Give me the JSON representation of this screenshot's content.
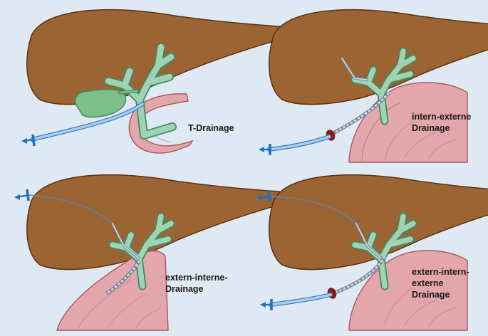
{
  "background_color": "#dfe9f3",
  "colors": {
    "liver": "#9c6433",
    "liver_outline": "#5a3212",
    "bile_duct": "#9fd3b4",
    "bile_duct_outline": "#3f8a62",
    "gallbladder": "#7cc089",
    "duodenum": "#e3a6aa",
    "duodenum_outline": "#a8565c",
    "drain_tube": "#c9d6e3",
    "external_drain": "#a8cdf0",
    "arrow": "#1f6fc2",
    "skin_entry": "#8b1a1a"
  },
  "panels": [
    {
      "id": "t-drainage",
      "label_lines": [
        "T-Drainage"
      ],
      "icons": [
        "liver-icon",
        "gallbladder-icon",
        "duodenum-icon",
        "t-tube-icon",
        "arrow-left-icon"
      ]
    },
    {
      "id": "intern-externe",
      "label_lines": [
        "intern-externe",
        "Drainage"
      ],
      "icons": [
        "liver-icon",
        "duodenum-icon",
        "drain-tube-icon",
        "arrow-left-icon"
      ]
    },
    {
      "id": "extern-interne",
      "label_lines": [
        "extern-interne-",
        "Drainage"
      ],
      "icons": [
        "liver-icon",
        "duodenum-icon",
        "drain-tube-icon",
        "arrow-left-icon"
      ]
    },
    {
      "id": "extern-intern-externe",
      "label_lines": [
        "extern-intern-",
        "externe",
        "Drainage"
      ],
      "icons": [
        "liver-icon",
        "duodenum-icon",
        "drain-tube-icon",
        "arrow-left-icon"
      ]
    }
  ]
}
